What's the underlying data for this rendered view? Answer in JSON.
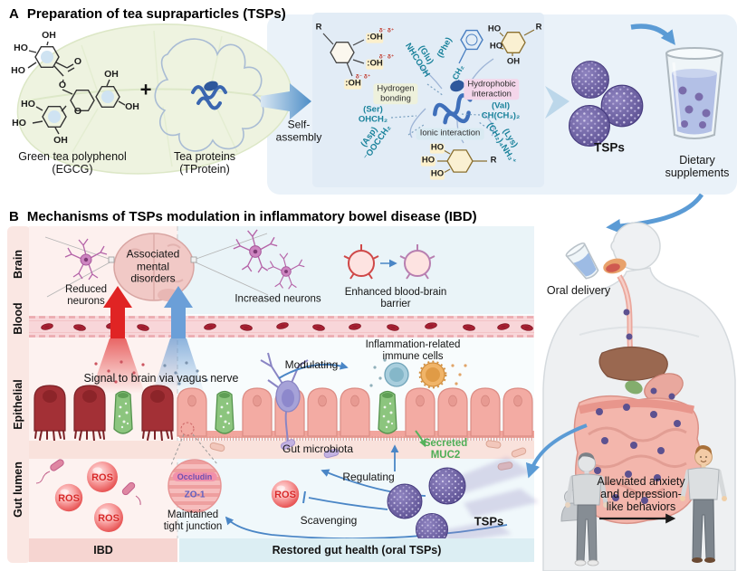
{
  "colors": {
    "tsp_purple": "#6f63a6",
    "residue_teal": "#19829b",
    "muc2_green": "#4fae57",
    "ros_red": "#d82828",
    "arrow_blue": "#5b9bd5",
    "signal_red": "#e02424",
    "ibd_bar_pink": "#f6d5d1",
    "restored_bar_blue": "#dceef3",
    "hydrogen_badge": "#eef1dc",
    "hydrophobic_badge": "#f4d6ea",
    "ionic_badge": "#d9eaf2"
  },
  "panelA": {
    "tag": "A",
    "title": "Preparation of tea supraparticles (TSPs)",
    "egcg_caption": "Green tea polyphenol\n(EGCG)",
    "plus": "+",
    "tprotein_caption": "Tea proteins\n(TProtein)",
    "self_assembly": "Self-\nassembly",
    "tsps_label": "TSPs",
    "dietary_caption": "Dietary\nsupplements"
  },
  "chem": {
    "oh": "OH",
    "ho": "HO",
    "o": "O",
    "r": "R",
    "oh_lone": ":OH",
    "delta_pair": "δ⁻ δ⁺"
  },
  "interactions": {
    "hydrogen_bonding": "Hydrogen\nbonding",
    "glu": "(Glu)\nNHCOOH",
    "ser": "(Ser)\nOHCH₂",
    "phe": "(Phe)",
    "phe_grp": "CH₂",
    "hydrophobic": "Hydrophobic\ninteraction",
    "val": "(Val)\nCH(CH₃)₂",
    "ionic": "Ionic interaction",
    "asp": "(Asp)\n⁻OOCCH₂",
    "lys": "(Lys)\n(CH₂)₄NH₃⁺"
  },
  "panelB": {
    "tag": "B",
    "title": "Mechanisms of TSPs modulation in inflammatory bowel disease (IBD)",
    "rows": {
      "brain": "Brain",
      "blood": "Blood",
      "epithelial": "Epithelial",
      "gut": "Gut lumen"
    },
    "brain": {
      "reduced": "Reduced\nneurons",
      "disorders": "Associated\nmental\ndisorders",
      "increased": "Increased neurons",
      "bbb": "Enhanced blood-brain\nbarrier"
    },
    "mid": {
      "vagus": "Signal to brain via vagus nerve",
      "modulating": "Modulating",
      "immune": "Inflammation-related\nimmune cells",
      "muc2": "Secreted\nMUC2",
      "microbiota": "Gut microbiota"
    },
    "gut": {
      "ros": "ROS",
      "occludin": "Occludin",
      "zo1": "ZO-1",
      "tight": "Maintained\ntight junction",
      "regulating": "Regulating",
      "scavenging": "Scavenging",
      "tsps": "TSPs"
    },
    "footer": {
      "ibd": "IBD",
      "restored": "Restored gut health (oral TSPs)"
    }
  },
  "body_col": {
    "oral": "Oral delivery",
    "alleviated": "Alleviated anxiety\nand depression-\nlike behaviors"
  }
}
